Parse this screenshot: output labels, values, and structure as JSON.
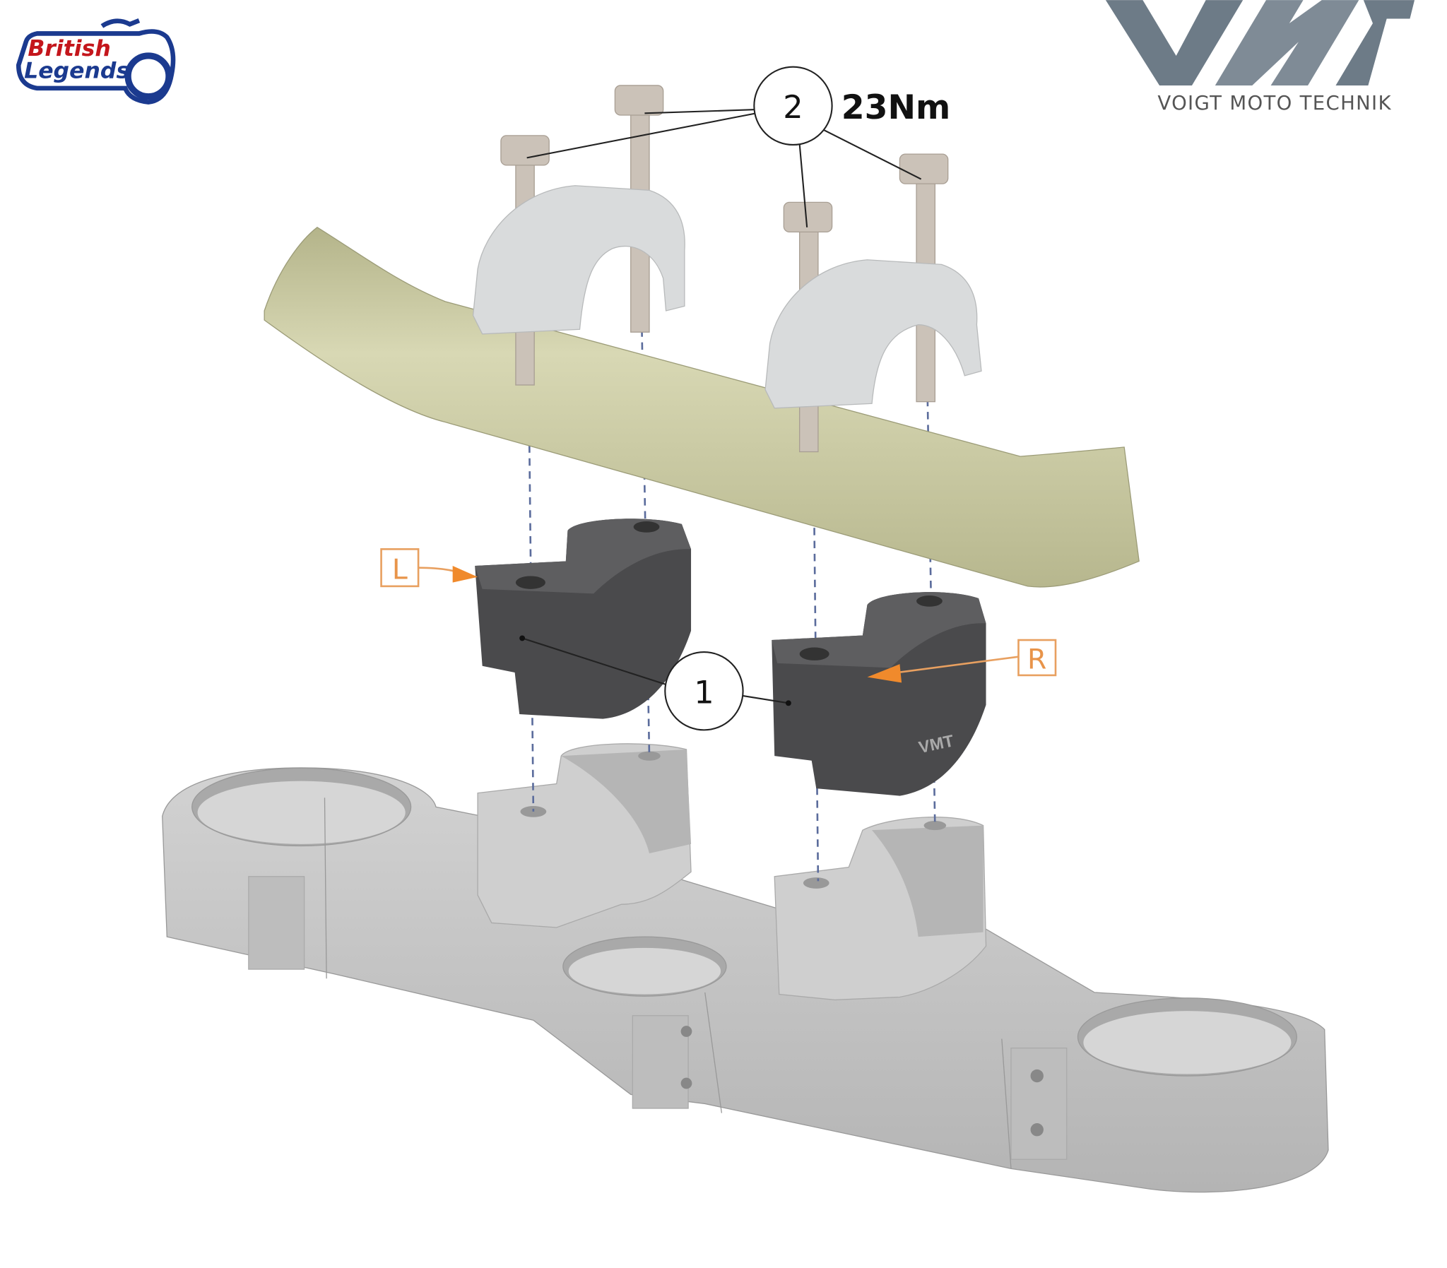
{
  "logos": {
    "left": {
      "line1": "British",
      "line2": "Legends",
      "colors": {
        "red": "#c4161c",
        "blue": "#1b3a8f"
      }
    },
    "right": {
      "tagline": "VOIGT MOTO TECHNIK",
      "color": "#6d7b87"
    }
  },
  "callouts": {
    "bolts": {
      "number": "2",
      "torque": "23Nm"
    },
    "risers": {
      "number": "1"
    }
  },
  "side_labels": {
    "left": "L",
    "right": "R",
    "color": "#f08a2c"
  },
  "parts": {
    "handlebar_color": "#c9c9a2",
    "clamp_color": "#d9dbdc",
    "riser_color": "#4a4a4c",
    "bolt_color": "#cbc2b8",
    "triple_clamp_color": "#c4c4c4",
    "guide_line_color": "#5b6c9c"
  }
}
